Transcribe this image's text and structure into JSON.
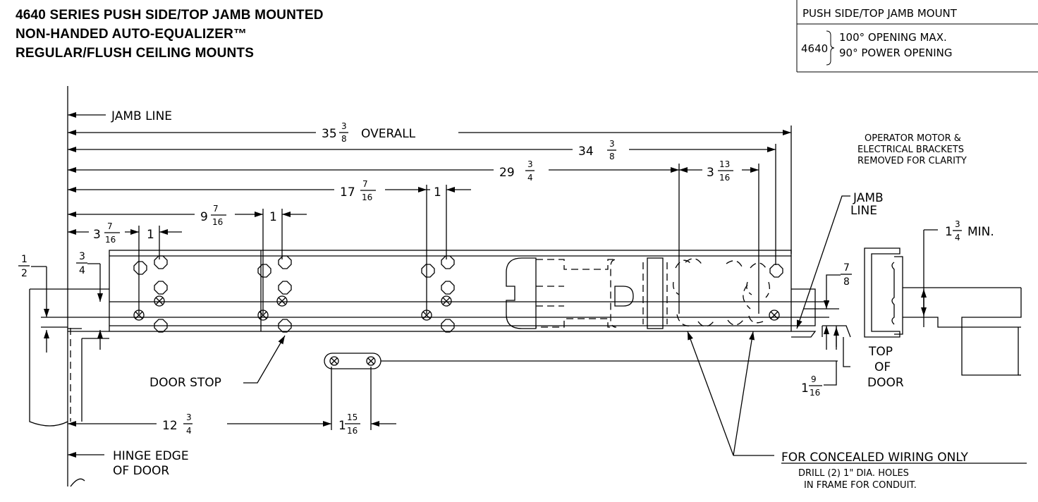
{
  "title_lines": [
    "4640 SERIES PUSH SIDE/TOP JAMB MOUNTED",
    "NON-HANDED AUTO-EQUALIZER™",
    "REGULAR/FLUSH CEILING MOUNTS"
  ],
  "mount_table": {
    "header": "PUSH SIDE/TOP JAMB MOUNT",
    "model": "4640",
    "line1": "100° OPENING MAX.",
    "line2": "90° POWER OPENING"
  },
  "labels": {
    "jamb_line": "JAMB LINE",
    "overall": "OVERALL",
    "operator_note_1": "OPERATOR MOTOR &",
    "operator_note_2": "ELECTRICAL BRACKETS",
    "operator_note_3": "REMOVED FOR CLARITY",
    "jamb_line_right_1": "JAMB",
    "jamb_line_right_2": "LINE",
    "min_suffix": "MIN.",
    "door_stop": "DOOR STOP",
    "top_of_door_1": "TOP",
    "top_of_door_2": "OF",
    "top_of_door_3": "DOOR",
    "hinge_edge_1": "HINGE EDGE",
    "hinge_edge_2": "OF DOOR",
    "concealed_title": "FOR CONCEALED WIRING ONLY",
    "concealed_1": "DRILL (2) 1\" DIA. HOLES",
    "concealed_2": "IN FRAME FOR CONDUIT."
  },
  "dims": {
    "d_35": {
      "whole": "35",
      "num": "3",
      "den": "8"
    },
    "d_34": {
      "whole": "34",
      "num": "3",
      "den": "8"
    },
    "d_29": {
      "whole": "29",
      "num": "3",
      "den": "4"
    },
    "d_3_13": {
      "whole": "3",
      "num": "13",
      "den": "16"
    },
    "d_17": {
      "whole": "17",
      "num": "7",
      "den": "16"
    },
    "d_9": {
      "whole": "9",
      "num": "7",
      "den": "16"
    },
    "d_3_7": {
      "whole": "3",
      "num": "7",
      "den": "16"
    },
    "d_1": "1",
    "d_half": {
      "num": "1",
      "den": "2"
    },
    "d_3_4": {
      "num": "3",
      "den": "4"
    },
    "d_7_8": {
      "num": "7",
      "den": "8"
    },
    "d_1_3_4": {
      "whole": "1",
      "num": "3",
      "den": "4"
    },
    "d_1_9": {
      "whole": "1",
      "num": "9",
      "den": "16"
    },
    "d_12": {
      "whole": "12",
      "num": "3",
      "den": "4"
    },
    "d_1_15": {
      "whole": "1",
      "num": "15",
      "den": "16"
    }
  }
}
